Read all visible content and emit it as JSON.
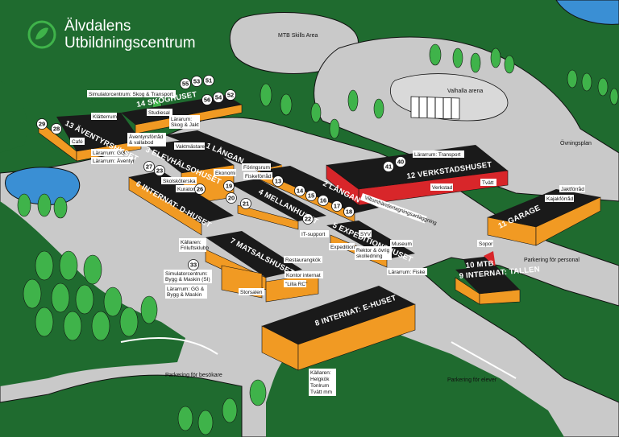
{
  "logo": {
    "line1": "Älvdalens",
    "line2": "Utbildningscentrum"
  },
  "colors": {
    "forest": "#1f6b2f",
    "road": "#c9c9c9",
    "building": "#f19a23",
    "roof": "#1a1a1a",
    "workshop": "#d8262a",
    "tree": "#3fb34a",
    "water": "#3a8fd4"
  },
  "areas": {
    "mtb_skills": "MTB Skills Area",
    "valhalla": "Valhalla arena",
    "ovningsplan": "Övningsplan",
    "parkering_personal": "Parkering för personal",
    "parkering_besokare": "Parkering för besökare",
    "parkering_elever": "Parkering för elever"
  },
  "buildings": {
    "b1": "1 LÅNGAN",
    "b2": "2 LÅNGAN",
    "b3": "3 ELEVHÄLSOHUSET",
    "b4": "4 MELLANHUSET",
    "b5": "5 EXPEDITIONSHUSET",
    "b6": "6 INTERNAT: D-HUSET",
    "b7": "7 MATSALSHUSET",
    "b8": "8 INTERNAT: E-HUSET",
    "b9": "9 INTERNAT: TALLEN",
    "b10": "10 MTB",
    "b11": "11 GARAGE",
    "b12": "12 VERKSTADSHUSET",
    "b13": "13 ÄVENTYRSHUSET",
    "b14": "14 SKOGHUSET"
  },
  "labels": {
    "simulator_skog": "Simulatorcentrum: Skog & Transport",
    "klatterrum": "Klätterrum",
    "studiesal": "Studiesal",
    "lararum_skog_l1": "Lärarum:",
    "lararum_skog_l2": "Skog & Jakt",
    "aventyrsforrad_l1": "Äventyrsförråd",
    "aventyrsforrad_l2": "& vallabod",
    "cafe": "Café",
    "lararum_gg": "Lärarrum: GG",
    "lararum_aventyr": "Lärarrum: Äventyr",
    "vaktmastare": "Vaktmästare",
    "skolskoterska": "Skolsköterska",
    "kurator": "Kurator",
    "ekonomi": "Ekonomi",
    "foringsrum": "Föringsrum",
    "fiskeforrad": "Fiskeförråd",
    "lararum_transport": "Lärarrum: Transport",
    "verkstad": "Verkstad",
    "tvatt": "Tvätt",
    "viltomhandertagande": "Viltomhändertagningsanläggning",
    "jaktforrad": "Jaktförråd",
    "kajakforrad": "Kajakförråd",
    "sopor": "Sopor",
    "it_support": "IT-support",
    "syv": "SYV",
    "expedition": "Expedition",
    "rektor_l1": "Rektor & övrig",
    "rektor_l2": "skolledning",
    "museum": "Museum",
    "lararum_fiske": "Lärarrum: Fiske",
    "kollaren_l1": "Källaren:",
    "kollaren_l2": "Friluftsklubb",
    "simulator_bygg_l1": "Simulatorcentrum:",
    "simulator_bygg_l2": "Bygg & Maskin (SI)",
    "lararum_bygg_l1": "Lärarrum: GG &",
    "lararum_bygg_l2": "Bygg & Maskin",
    "restaurangkok": "Restaurangkök",
    "kontor_internat": "Kontor internat",
    "lilla_rc": "\"Lilla RC\"",
    "storsalen": "Storsalen",
    "kallaren_e_l1": "Källaren:",
    "kallaren_e_l2": "Helgkök",
    "kallaren_e_l3": "Tonlrum",
    "kallaren_e_l4": "Tvätt mm"
  },
  "rooms": [
    "55",
    "53",
    "51",
    "56",
    "54",
    "52",
    "29",
    "28",
    "27",
    "23",
    "26",
    "19",
    "20",
    "21",
    "13",
    "14",
    "15",
    "16",
    "17",
    "18",
    "22",
    "41",
    "40",
    "33"
  ]
}
